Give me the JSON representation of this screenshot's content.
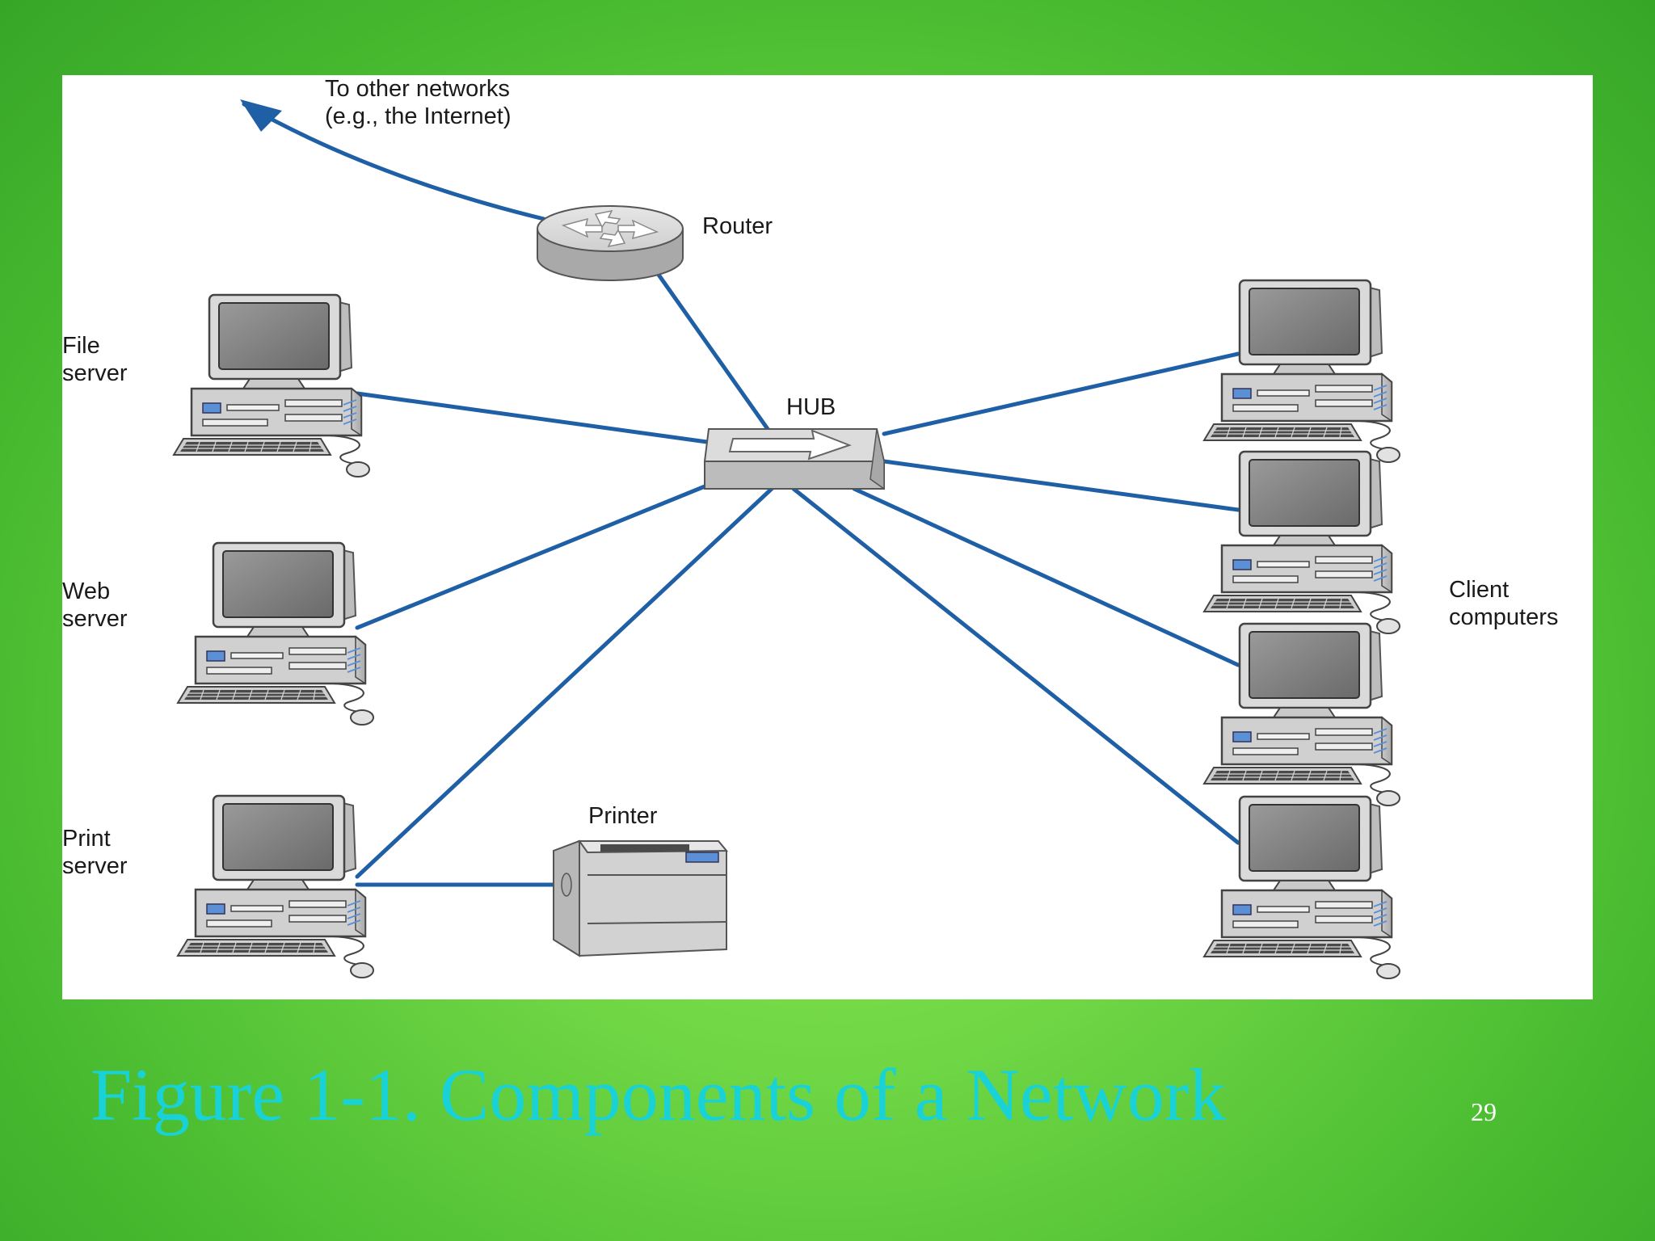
{
  "slide": {
    "caption": "Figure 1-1. Components of a Network",
    "page_number": "29"
  },
  "diagram": {
    "labels": {
      "internet_line1": "To other networks",
      "internet_line2": "(e.g., the Internet)",
      "router": "Router",
      "hub": "HUB",
      "file_server_line1": "File",
      "file_server_line2": "server",
      "web_server_line1": "Web",
      "web_server_line2": "server",
      "print_server_line1": "Print",
      "print_server_line2": "server",
      "printer": "Printer",
      "clients_line1": "Client",
      "clients_line2": "computers"
    },
    "colors": {
      "cable": "#1f5fa6",
      "device_body": "#d4d4d4",
      "screen": "#7a7a7a",
      "accent": "#5b8fd6"
    }
  }
}
